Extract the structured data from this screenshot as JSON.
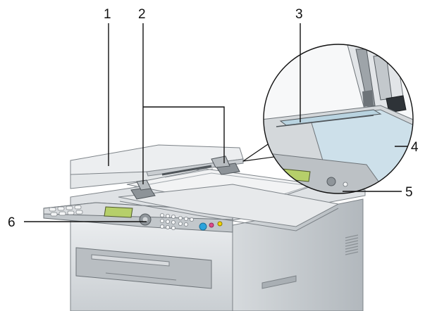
{
  "callouts": {
    "c1": "1",
    "c2": "2",
    "c3": "3",
    "c4": "4",
    "c5": "5",
    "c6": "6"
  },
  "colors": {
    "body_light": "#e6e8ea",
    "body_mid": "#cfd3d6",
    "body_dark": "#9ea4a9",
    "lcd": "#b6cf6a",
    "glass": "#cde0ea",
    "leader": "#111111",
    "button_blue": "#2aa3dc",
    "button_pink": "#e04a8c",
    "button_yellow": "#f2d400"
  }
}
